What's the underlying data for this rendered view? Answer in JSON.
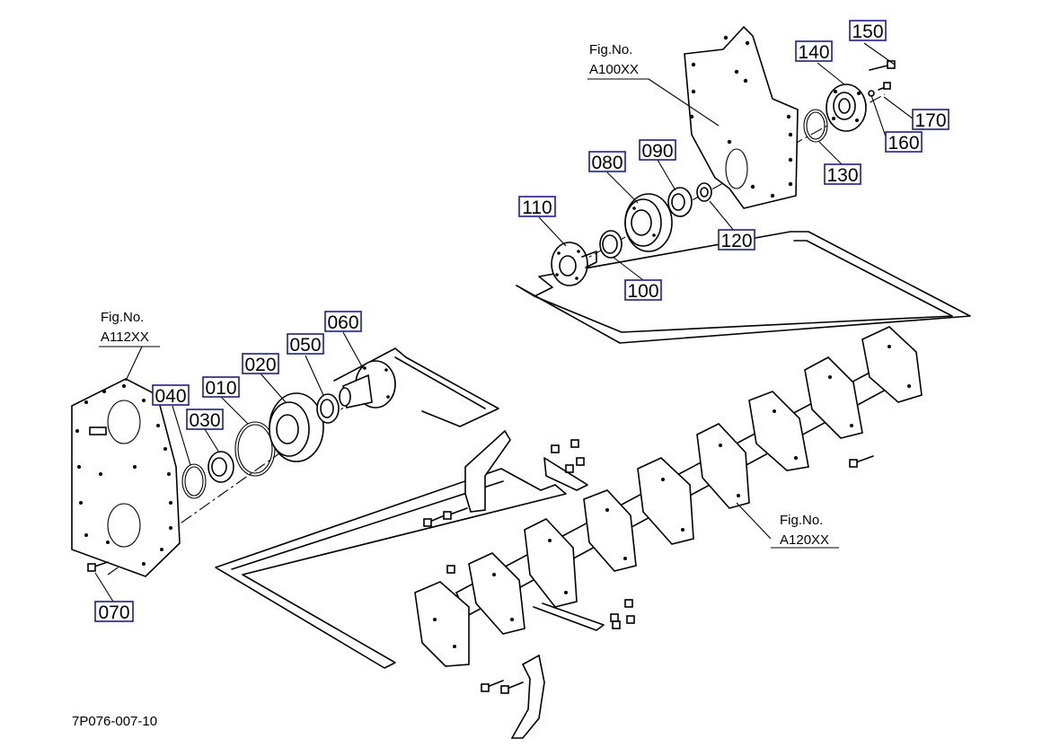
{
  "diagram": {
    "drawing_code": "7P076-007-10",
    "fig_refs": [
      {
        "id": "fig-a100",
        "line1": "Fig.No.",
        "line2": "A100XX"
      },
      {
        "id": "fig-a112",
        "line1": "Fig.No.",
        "line2": "A112XX"
      },
      {
        "id": "fig-a120",
        "line1": "Fig.No.",
        "line2": "A120XX"
      }
    ],
    "part_labels": [
      "150",
      "140",
      "170",
      "160",
      "130",
      "080",
      "090",
      "110",
      "120",
      "100",
      "060",
      "050",
      "020",
      "010",
      "040",
      "030",
      "070"
    ]
  }
}
